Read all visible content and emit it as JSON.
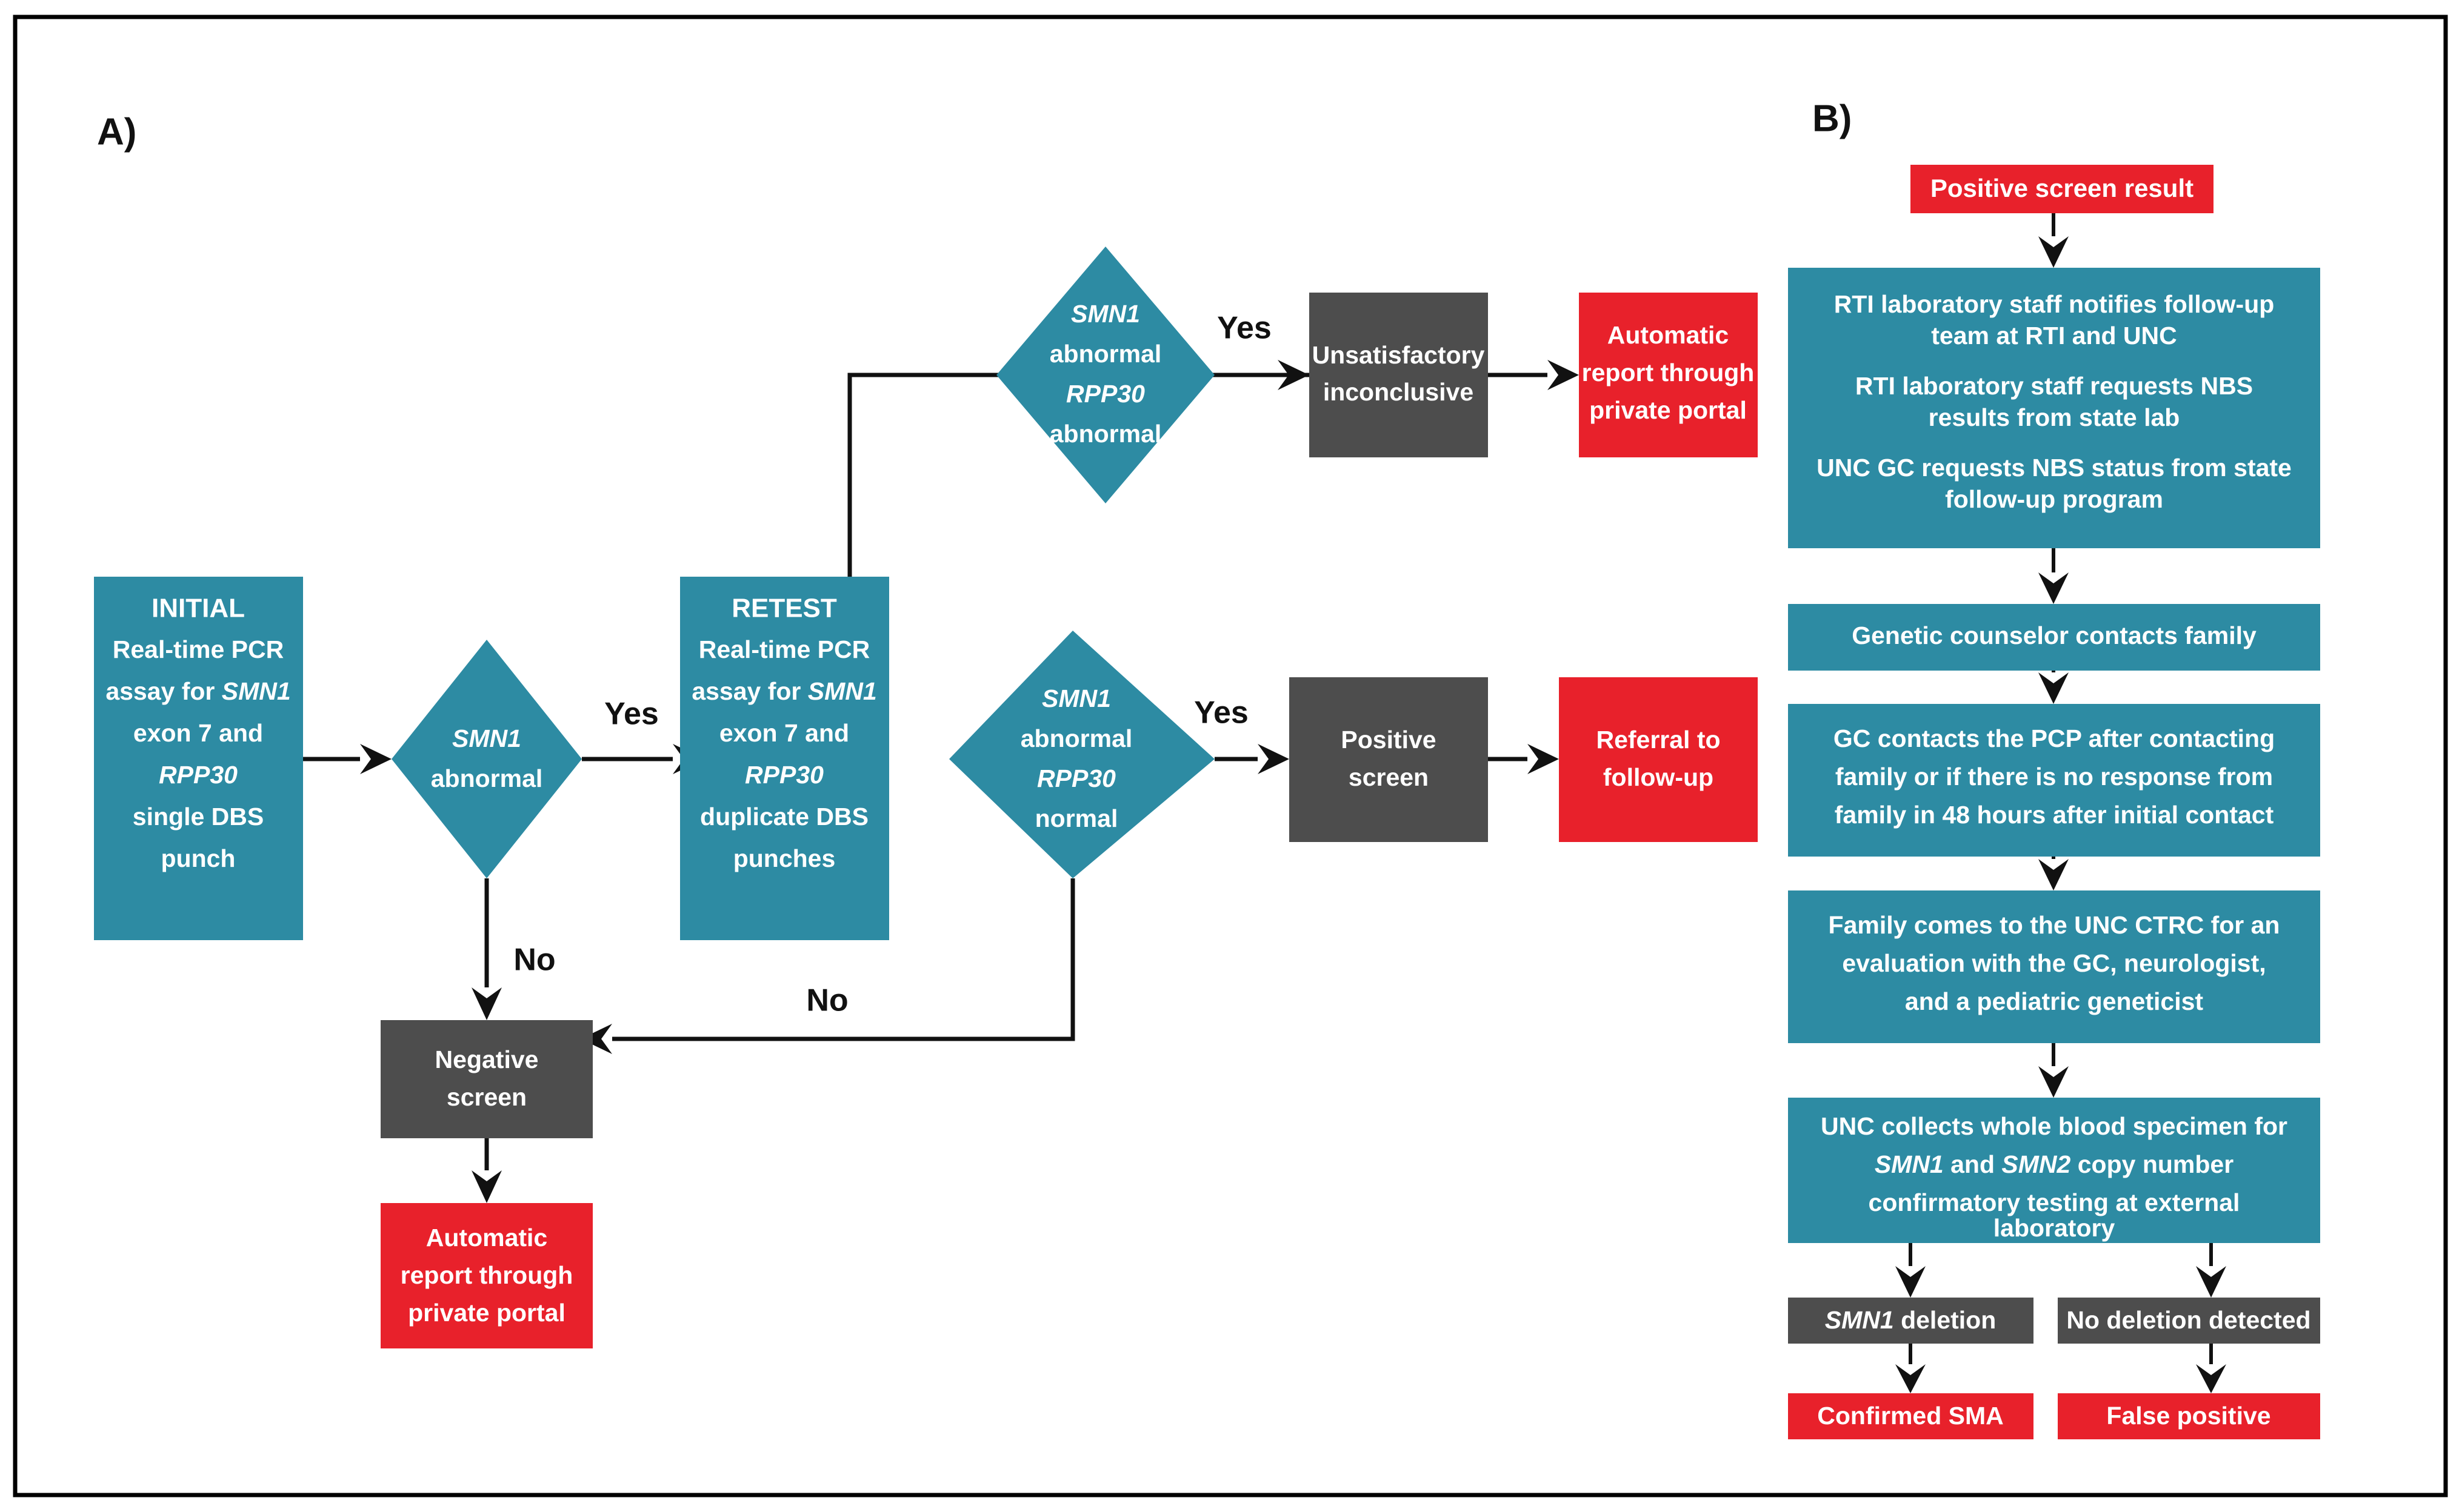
{
  "figure": {
    "panels": [
      {
        "id": "A",
        "label": "A)"
      },
      {
        "id": "B",
        "label": "B)"
      }
    ],
    "colors": {
      "teal": "#2D8BA3",
      "gray": "#4D4D4D",
      "red": "#E8212B",
      "line": "#111111",
      "frame": "#000000",
      "text_on_fill": "#FFFFFF"
    }
  },
  "panel_a": {
    "letter": "A)",
    "nodes": {
      "initial": {
        "kind": "process",
        "color": "teal",
        "title": "INITIAL",
        "lines": [
          {
            "text": "Real-time PCR",
            "italic": false
          },
          {
            "text": "assay for ",
            "italic": false,
            "tail": "SMN1",
            "tail_italic": true
          },
          {
            "text": "exon 7 and",
            "italic": false
          },
          {
            "text": "RPP30",
            "italic": true
          },
          {
            "text": "single DBS",
            "italic": false
          },
          {
            "text": "punch",
            "italic": false
          }
        ]
      },
      "decision_1": {
        "kind": "decision",
        "color": "teal",
        "lines": [
          {
            "text": "SMN1",
            "italic": true
          },
          {
            "text": "abnormal",
            "italic": false
          }
        ]
      },
      "retest": {
        "kind": "process",
        "color": "teal",
        "title": "RETEST",
        "lines": [
          {
            "text": "Real-time PCR",
            "italic": false
          },
          {
            "text": "assay for ",
            "italic": false,
            "tail": "SMN1",
            "tail_italic": true
          },
          {
            "text": "exon 7 and",
            "italic": false
          },
          {
            "text": "RPP30",
            "italic": true
          },
          {
            "text": "duplicate DBS",
            "italic": false
          },
          {
            "text": "punches",
            "italic": false
          }
        ]
      },
      "decision_top": {
        "kind": "decision",
        "color": "teal",
        "lines": [
          {
            "text": "SMN1",
            "italic": true
          },
          {
            "text": "abnormal",
            "italic": false
          },
          {
            "text": "RPP30",
            "italic": true
          },
          {
            "text": "abnormal",
            "italic": false
          }
        ]
      },
      "decision_bottom": {
        "kind": "decision",
        "color": "teal",
        "lines": [
          {
            "text": "SMN1",
            "italic": true
          },
          {
            "text": "abnormal",
            "italic": false
          },
          {
            "text": "RPP30",
            "italic": true
          },
          {
            "text": "normal",
            "italic": false
          }
        ]
      },
      "unsatisfactory": {
        "kind": "terminal",
        "color": "gray",
        "lines": [
          {
            "text": "Unsatisfactory",
            "italic": false
          },
          {
            "text": "inconclusive",
            "italic": false
          }
        ]
      },
      "auto_report_top": {
        "kind": "terminal",
        "color": "red",
        "lines": [
          {
            "text": "Automatic",
            "italic": false
          },
          {
            "text": "report through",
            "italic": false
          },
          {
            "text": "private portal",
            "italic": false
          }
        ]
      },
      "positive_screen": {
        "kind": "terminal",
        "color": "gray",
        "lines": [
          {
            "text": "Positive",
            "italic": false
          },
          {
            "text": "screen",
            "italic": false
          }
        ]
      },
      "referral": {
        "kind": "terminal",
        "color": "red",
        "lines": [
          {
            "text": "Referral to",
            "italic": false
          },
          {
            "text": "follow-up",
            "italic": false
          }
        ]
      },
      "negative_screen": {
        "kind": "terminal",
        "color": "gray",
        "lines": [
          {
            "text": "Negative",
            "italic": false
          },
          {
            "text": "screen",
            "italic": false
          }
        ]
      },
      "auto_report_bottom": {
        "kind": "terminal",
        "color": "red",
        "lines": [
          {
            "text": "Automatic",
            "italic": false
          },
          {
            "text": "report through",
            "italic": false
          },
          {
            "text": "private portal",
            "italic": false
          }
        ]
      }
    },
    "edge_labels": {
      "yes_d1": "Yes",
      "no_d1": "No",
      "yes_top": "Yes",
      "yes_bottom": "Yes",
      "no_bottom": "No"
    }
  },
  "panel_b": {
    "letter": "B)",
    "nodes": {
      "positive_screen_result": {
        "color": "red",
        "lines": [
          {
            "text": "Positive screen result",
            "italic": false
          }
        ]
      },
      "notify": {
        "color": "teal",
        "paragraphs": [
          [
            "RTI laboratory staff notifies follow-up",
            "team at RTI and UNC"
          ],
          [
            "RTI laboratory staff requests NBS",
            "results from state lab"
          ],
          [
            "UNC GC requests NBS status from state",
            "follow-up program"
          ]
        ]
      },
      "gc_contacts_family": {
        "color": "teal",
        "paragraphs": [
          [
            "Genetic counselor contacts family"
          ]
        ]
      },
      "gc_contacts_pcp": {
        "color": "teal",
        "paragraphs": [
          [
            "GC contacts the PCP after contacting",
            "family or if there is no response from",
            "family in 48 hours after initial contact"
          ]
        ]
      },
      "ctrc_visit": {
        "color": "teal",
        "paragraphs": [
          [
            "Family comes to the UNC CTRC for an",
            "evaluation with the GC, neurologist,",
            "and a pediatric geneticist"
          ]
        ]
      },
      "confirmatory": {
        "color": "teal",
        "lines": [
          {
            "text": "UNC collects whole blood specimen for",
            "italic": false
          },
          {
            "text": "SMN1",
            "italic": true,
            "mid": " and ",
            "tail": "SMN2",
            "tail_italic": true,
            "after": " copy number"
          },
          {
            "text": "confirmatory testing at external",
            "italic": false
          },
          {
            "text": "laboratory",
            "italic": false
          }
        ]
      },
      "smn1_deletion": {
        "color": "gray",
        "lines": [
          {
            "text": "SMN1",
            "italic": true,
            "after": " deletion"
          }
        ]
      },
      "no_deletion": {
        "color": "gray",
        "lines": [
          {
            "text": "No deletion detected",
            "italic": false
          }
        ]
      },
      "confirmed_sma": {
        "color": "red",
        "lines": [
          {
            "text": "Confirmed SMA",
            "italic": false
          }
        ]
      },
      "false_positive": {
        "color": "red",
        "lines": [
          {
            "text": "False positive",
            "italic": false
          }
        ]
      }
    }
  }
}
